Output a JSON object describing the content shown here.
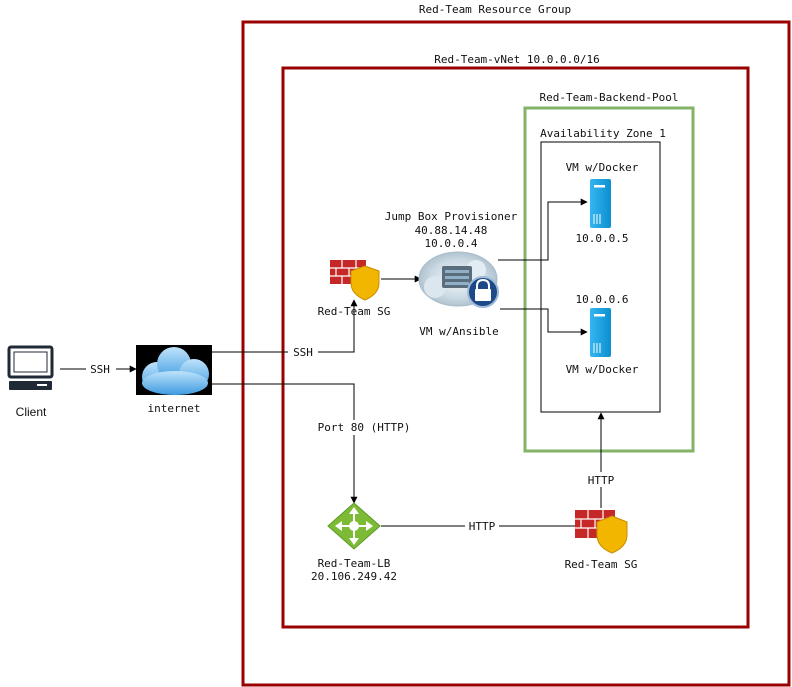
{
  "labels": {
    "resource_group": "Red-Team Resource Group",
    "vnet": "Red-Team-vNet 10.0.0.0/16",
    "backend_pool": "Red-Team-Backend-Pool",
    "availability_zone": "Availability Zone 1",
    "vm1_title": "VM w/Docker",
    "vm1_ip": "10.0.0.5",
    "vm2_ip": "10.0.0.6",
    "vm2_title": "VM w/Docker",
    "jump_title": "Jump Box Provisioner",
    "jump_public_ip": "40.88.14.48",
    "jump_private_ip": "10.0.0.4",
    "jump_role": "VM w/Ansible",
    "sg_top": "Red-Team SG",
    "sg_bottom": "Red-Team SG",
    "client": "Client",
    "internet": "internet",
    "ssh_client": "SSH",
    "ssh_internet": "SSH",
    "port80": "Port 80 (HTTP)",
    "lb_name": "Red-Team-LB",
    "lb_ip": "20.106.249.42",
    "http_lb": "HTTP",
    "http_pool": "HTTP"
  },
  "colors": {
    "container_border": "#990000",
    "pool_border": "#82b366",
    "firewall": "#c62828",
    "shield": "#f2b600",
    "vm": "#1ba1e2",
    "lb": "#7dbb37",
    "cloud": "#4aa3df",
    "line": "#000000"
  }
}
